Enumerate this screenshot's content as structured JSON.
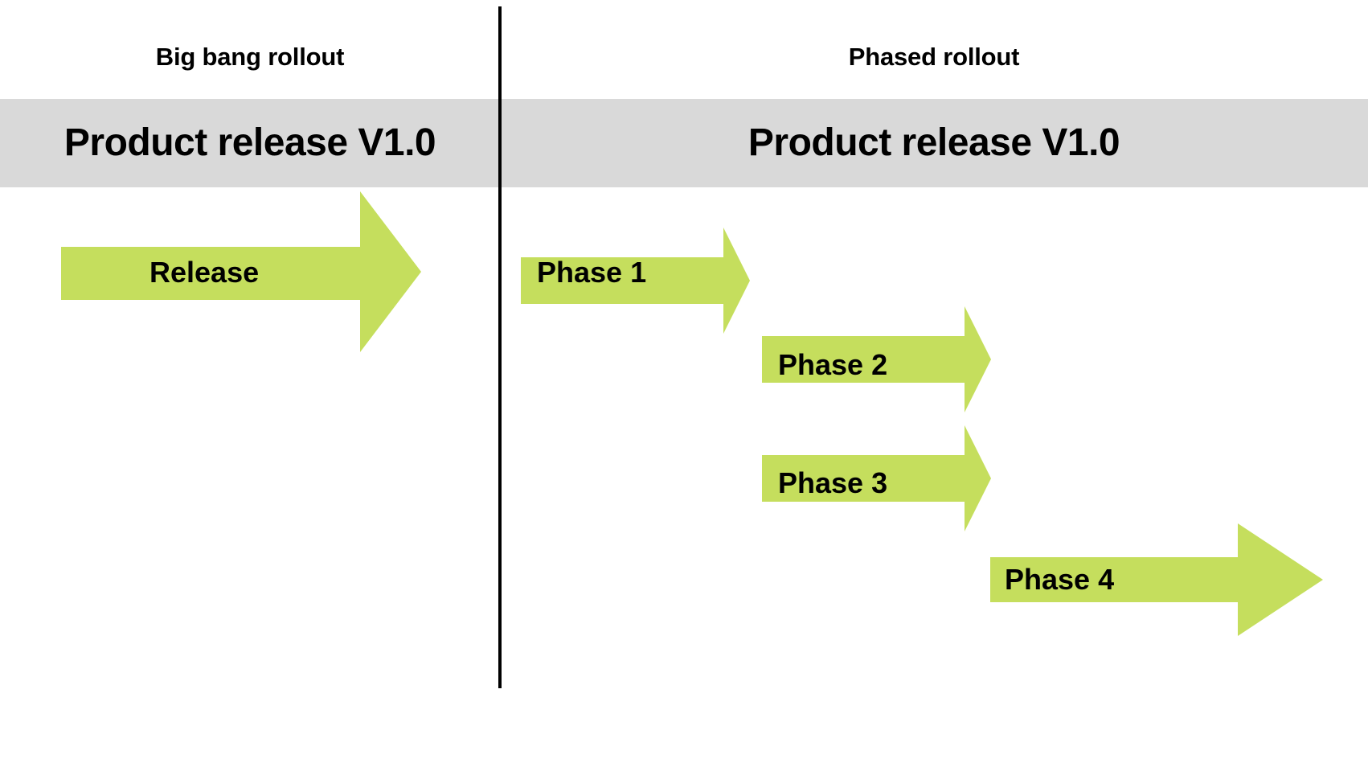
{
  "diagram": {
    "title": "Big bang rollout vs Phased rollout",
    "background_color": "#ffffff",
    "accent_color": "#c5de5d",
    "band_color": "#d9d9d9",
    "text_color": "#000000"
  },
  "columns": {
    "left": {
      "heading": "Big bang rollout",
      "band_label": "Product release V1.0"
    },
    "right": {
      "heading": "Phased rollout",
      "band_label": "Product release V1.0"
    }
  },
  "arrows": {
    "release": {
      "label": "Release"
    },
    "phase1": {
      "label": "Phase 1"
    },
    "phase2": {
      "label": "Phase 2"
    },
    "phase3": {
      "label": "Phase 3"
    },
    "phase4": {
      "label": "Phase 4"
    }
  },
  "chart_data": {
    "type": "diagram",
    "title": "Big bang rollout vs Phased rollout",
    "panels": [
      {
        "name": "Big bang rollout",
        "release_band": "Product release V1.0",
        "steps": [
          "Release"
        ],
        "step_count": 1
      },
      {
        "name": "Phased rollout",
        "release_band": "Product release V1.0",
        "steps": [
          "Phase 1",
          "Phase 2",
          "Phase 3",
          "Phase 4"
        ],
        "step_count": 4
      }
    ]
  }
}
